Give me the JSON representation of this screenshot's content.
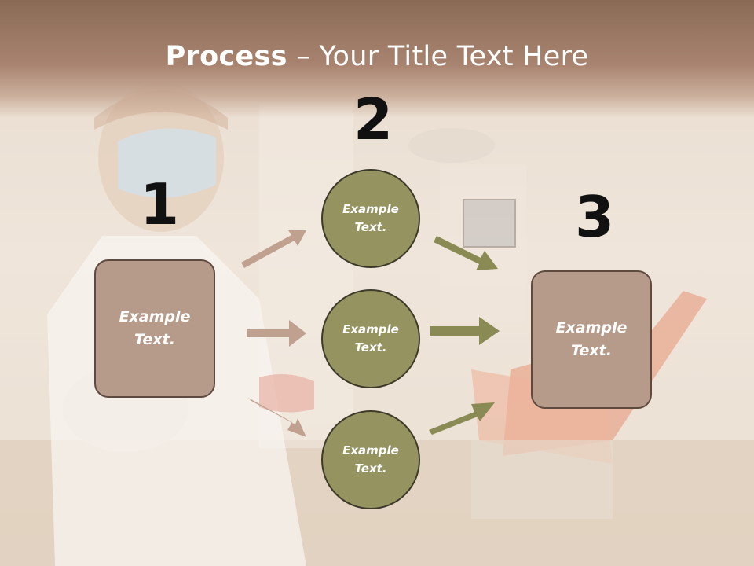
{
  "title": {
    "bold": "Process",
    "rest": " – Your Title Text Here"
  },
  "steps": {
    "one": "1",
    "two": "2",
    "three": "3"
  },
  "left_box": {
    "text": "Example Text."
  },
  "circles": [
    {
      "text": "Example Text."
    },
    {
      "text": "Example Text."
    },
    {
      "text": "Example Text."
    }
  ],
  "right_box": {
    "text": "Example Text."
  },
  "colors": {
    "box_fill": "#b79b8a",
    "circle_fill": "#959461",
    "left_arrow": "#c0a08f",
    "right_arrow": "#8a8a55",
    "title_band": "#9a7a65"
  }
}
